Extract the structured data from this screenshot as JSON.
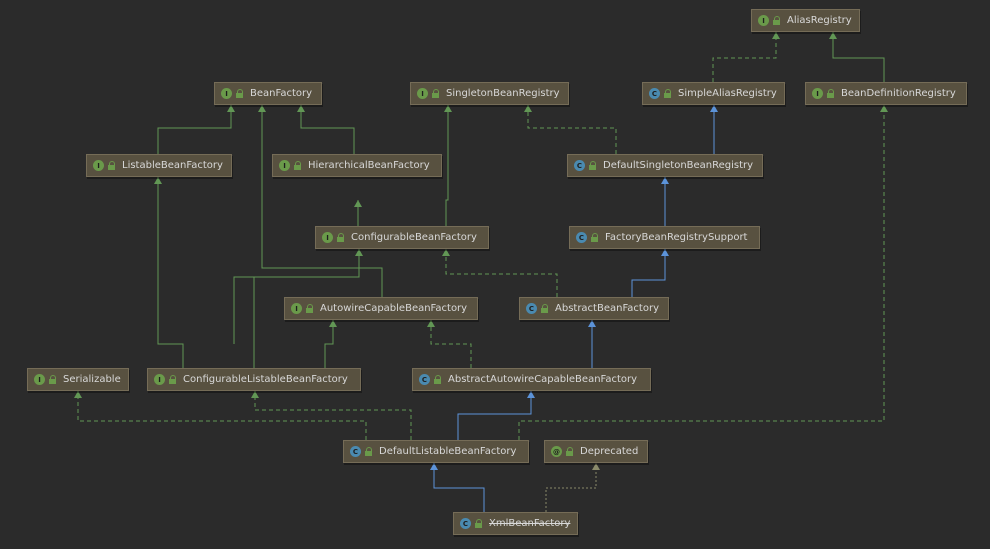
{
  "nodes": [
    {
      "id": "alias-registry",
      "label": "AliasRegistry",
      "kind": "I",
      "type": "interface"
    },
    {
      "id": "bean-factory",
      "label": "BeanFactory",
      "kind": "I",
      "type": "interface"
    },
    {
      "id": "singleton-bean-registry",
      "label": "SingletonBeanRegistry",
      "kind": "I",
      "type": "interface"
    },
    {
      "id": "simple-alias-registry",
      "label": "SimpleAliasRegistry",
      "kind": "C",
      "type": "class"
    },
    {
      "id": "bean-definition-registry",
      "label": "BeanDefinitionRegistry",
      "kind": "I",
      "type": "interface"
    },
    {
      "id": "listable-bean-factory",
      "label": "ListableBeanFactory",
      "kind": "I",
      "type": "interface"
    },
    {
      "id": "hierarchical-bean-factory",
      "label": "HierarchicalBeanFactory",
      "kind": "I",
      "type": "interface"
    },
    {
      "id": "default-singleton-bean-registry",
      "label": "DefaultSingletonBeanRegistry",
      "kind": "C",
      "type": "class"
    },
    {
      "id": "configurable-bean-factory",
      "label": "ConfigurableBeanFactory",
      "kind": "I",
      "type": "interface"
    },
    {
      "id": "factory-bean-registry-support",
      "label": "FactoryBeanRegistrySupport",
      "kind": "C",
      "type": "abstract"
    },
    {
      "id": "autowire-capable-bean-factory",
      "label": "AutowireCapableBeanFactory",
      "kind": "I",
      "type": "interface"
    },
    {
      "id": "abstract-bean-factory",
      "label": "AbstractBeanFactory",
      "kind": "C",
      "type": "abstract"
    },
    {
      "id": "serializable",
      "label": "Serializable",
      "kind": "I",
      "type": "interface"
    },
    {
      "id": "configurable-listable-bean-factory",
      "label": "ConfigurableListableBeanFactory",
      "kind": "I",
      "type": "interface"
    },
    {
      "id": "abstract-autowire-capable-bean-factory",
      "label": "AbstractAutowireCapableBeanFactory",
      "kind": "C",
      "type": "abstract"
    },
    {
      "id": "default-listable-bean-factory",
      "label": "DefaultListableBeanFactory",
      "kind": "C",
      "type": "class"
    },
    {
      "id": "deprecated",
      "label": "Deprecated",
      "kind": "@",
      "type": "annotation"
    },
    {
      "id": "xml-bean-factory",
      "label": "XmlBeanFactory",
      "kind": "C",
      "type": "class",
      "strikethrough": true
    }
  ],
  "colors": {
    "background": "#2b2b2b",
    "node_fill": "#585140",
    "node_border": "#756c57",
    "interface_edge": "#629755",
    "extends_edge": "#5c93d9",
    "annotation_edge": "#8a8a6a",
    "text": "#d8d8d8"
  }
}
